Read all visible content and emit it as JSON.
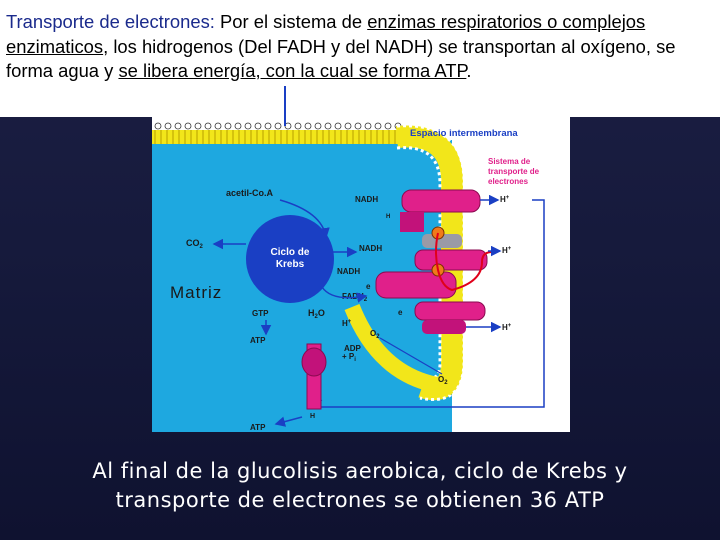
{
  "intro": {
    "term": "Transporte de electrones:",
    "t1": " Por el sistema de ",
    "u1": "enzimas respiratorios o complejos enzimaticos",
    "t2": ", los hidrogenos (Del FADH y del NADH) se transportan al oxígeno, se forma agua y ",
    "u2": "se libera energía, con la cual se forma ATP",
    "t3": "."
  },
  "diagram": {
    "space_label": "Espacio intermembrana",
    "system_label": [
      "Sistema de",
      "transporte de",
      "electrones"
    ],
    "matrix_label": "Matriz",
    "krebs_label": [
      "Ciclo de",
      "Krebs"
    ],
    "acetyl": "acetil-Co.A",
    "co2": "CO",
    "co2_sub": "2",
    "nadh1": "NADH",
    "nadh2": "NADH",
    "nadh3": "NADH",
    "fadh2": "FADH",
    "fadh2_sub": "2",
    "gtp": "GTP",
    "atp1": "ATP",
    "atp2": "ATP",
    "h2o": "H",
    "h2o_sub": "2",
    "h2o_o": "O",
    "o2a": "O",
    "o2a_sub": "2",
    "o2b": "O",
    "o2b_sub": "2",
    "adp": "ADP",
    "pi": "+ P",
    "pi_sub": "i",
    "e_label": "e",
    "h_plus": "H",
    "h_sup": "+",
    "h_small": "H",
    "colors": {
      "matrix": "#1ea8e0",
      "membrane": "#f2e61a",
      "complex": "#e0208a",
      "krebs": "#1a3fc4"
    }
  },
  "caption": {
    "line1": "Al final de la glucolisis aerobica, ciclo de Krebs y",
    "line2": "transporte de electrones se obtienen 36 ATP"
  }
}
